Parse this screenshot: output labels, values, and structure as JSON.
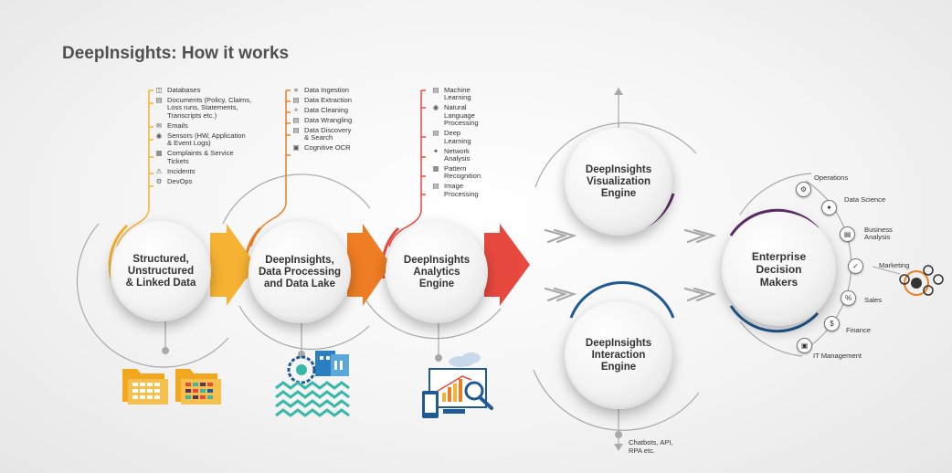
{
  "title": "DeepInsights: How it works",
  "colors": {
    "yellow": "#F5B233",
    "orange": "#EE7D24",
    "red": "#E8493F",
    "purple": "#5B2E64",
    "blue": "#1F5A94",
    "grey_line": "#A8A8A8"
  },
  "circles": {
    "data": "Structured,\nUnstructured\n& Linked Data",
    "processing": "DeepInsights,\nData Processing\nand Data Lake",
    "analytics": "DeepInsights\nAnalytics\nEngine",
    "visualization": "DeepInsights\nVisualization\nEngine",
    "interaction": "DeepInsights\nInteraction\nEngine",
    "enterprise": "Enterprise\nDecision\nMakers"
  },
  "sources": [
    {
      "label": "Databases",
      "icon": "database-icon"
    },
    {
      "label": "Documents (Policy, Claims,\nLoss runs, Statements,\nTranscripts etc.)",
      "icon": "document-icon"
    },
    {
      "label": "Emails",
      "icon": "email-icon"
    },
    {
      "label": "Sensors (HW, Application\n& Event Logs)",
      "icon": "sensor-icon"
    },
    {
      "label": "Complaints & Service\nTickets",
      "icon": "ticket-icon"
    },
    {
      "label": "Incidents",
      "icon": "warning-icon"
    },
    {
      "label": "DevOps",
      "icon": "devops-icon"
    }
  ],
  "processing_steps": [
    {
      "label": "Data Ingestion",
      "icon": "ingestion-icon"
    },
    {
      "label": "Data Extraction",
      "icon": "extraction-icon"
    },
    {
      "label": "Data Cleaning",
      "icon": "cleaning-icon"
    },
    {
      "label": "Data Wrangling",
      "icon": "wrangling-icon"
    },
    {
      "label": "Data Discovery\n& Search",
      "icon": "discovery-icon"
    },
    {
      "label": "Cognitive OCR",
      "icon": "ocr-icon"
    }
  ],
  "analytics_methods": [
    {
      "label": "Machine\nLearning",
      "icon": "machine-learning-icon"
    },
    {
      "label": "Natural\nLanguage\nProcessing",
      "icon": "nlp-icon"
    },
    {
      "label": "Deep\nLearning",
      "icon": "deep-learning-icon"
    },
    {
      "label": "Network\nAnalysis",
      "icon": "network-icon"
    },
    {
      "label": "Pattern\nRecognition",
      "icon": "pattern-icon"
    },
    {
      "label": "Image\nProcessing",
      "icon": "image-icon"
    }
  ],
  "decision_makers": [
    {
      "label": "Operations",
      "icon": "operations-icon"
    },
    {
      "label": "Data Science",
      "icon": "data-science-icon"
    },
    {
      "label": "Business\nAnalysis",
      "icon": "business-analysis-icon"
    },
    {
      "label": "Marketing",
      "icon": "marketing-icon"
    },
    {
      "label": "Sales",
      "icon": "sales-icon"
    },
    {
      "label": "Finance",
      "icon": "finance-icon"
    },
    {
      "label": "IT Management",
      "icon": "it-management-icon"
    }
  ],
  "interaction_outputs": "Chatbots, API,\nRPA etc."
}
